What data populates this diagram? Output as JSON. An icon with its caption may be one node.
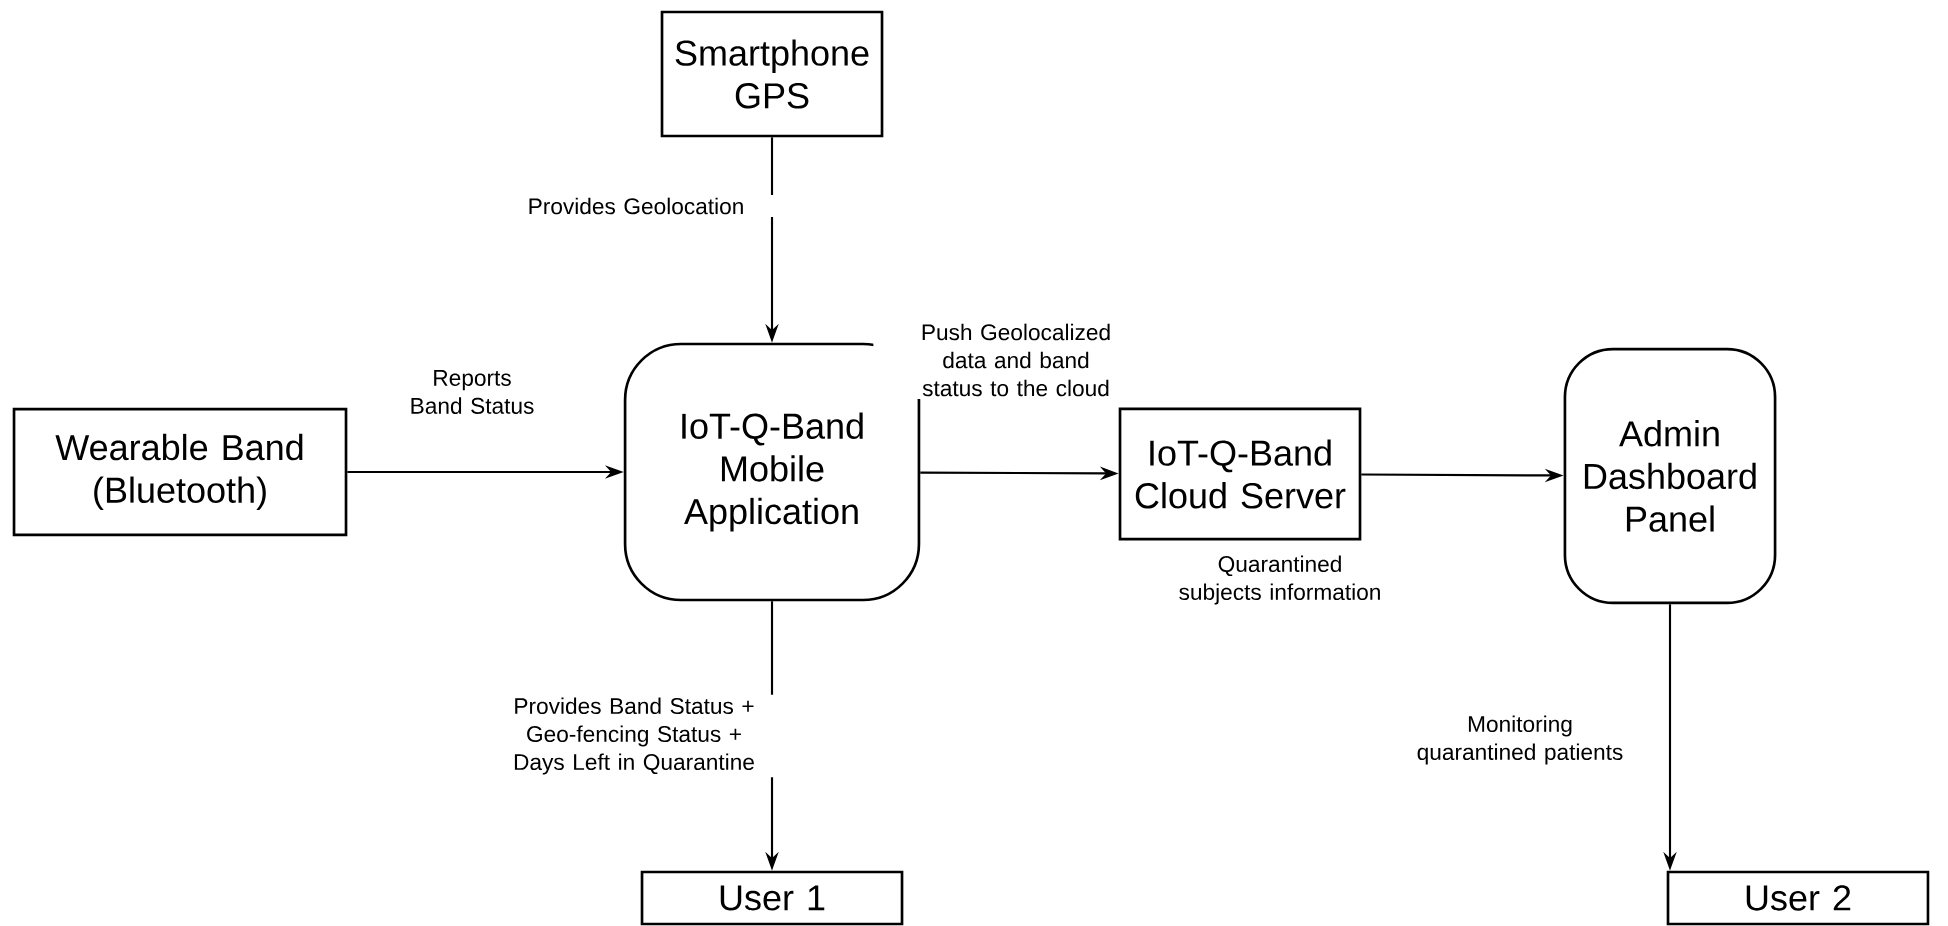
{
  "diagram": {
    "nodes": [
      {
        "text": [
          "Smartphone GPS"
        ]
      },
      {
        "text": [
          "Wearable Band (Bluetooth)"
        ]
      },
      {
        "text": [
          "IoT-Q-Band Mobile Application"
        ]
      },
      {
        "text": [
          "IoT-Q-Band Cloud Server"
        ]
      },
      {
        "text": [
          "Admin Dashboard Panel"
        ]
      },
      {
        "text": [
          "User 1"
        ]
      },
      {
        "text": [
          "User 2"
        ]
      }
    ],
    "edges": [
      {
        "from": 0,
        "to": 2,
        "arrow": "to",
        "label": "Provides Geolocation"
      },
      {
        "from": 1,
        "to": 2,
        "arrow": "to",
        "label": "Reports Band Status"
      },
      {
        "from": 2,
        "to": 3,
        "arrow": "to",
        "label": "Push Geolocalized data and band status to the cloud"
      },
      {
        "from": 3,
        "to": 4,
        "arrow": "to",
        "label": "Quarantined subjects information"
      },
      {
        "from": 2,
        "to": 5,
        "arrow": "to",
        "label": "Provides Band Status + Geo-fencing Status + Days Left in Quarantine"
      },
      {
        "from": 4,
        "to": 6,
        "arrow": "to",
        "label": "Monitoring quarantined patients"
      }
    ]
  }
}
